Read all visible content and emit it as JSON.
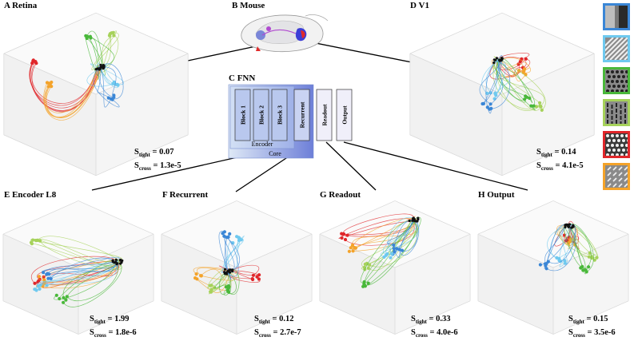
{
  "figure": {
    "panels": [
      {
        "id": "retina",
        "title": "A  Retina",
        "tight": "0.07",
        "cross": "1.3e-5"
      },
      {
        "id": "mouse",
        "title": "B  Mouse"
      },
      {
        "id": "v1",
        "title": "D  V1",
        "tight": "0.14",
        "cross": "4.1e-5"
      },
      {
        "id": "encoder",
        "title": "E  Encoder L8",
        "tight": "1.99",
        "cross": "1.8e-6"
      },
      {
        "id": "recurrent",
        "title": "F  Recurrent",
        "tight": "0.12",
        "cross": "2.7e-7"
      },
      {
        "id": "readout",
        "title": "G  Readout",
        "tight": "0.33",
        "cross": "4.0e-6"
      },
      {
        "id": "output",
        "title": "H  Output",
        "tight": "0.15",
        "cross": "3.5e-6"
      }
    ],
    "metric_labels": {
      "tight_main": "S",
      "tight_sub": "tight",
      "cross_main": "S",
      "cross_sub": "cross",
      "equals": " = "
    },
    "fnn": {
      "title": "C  FNN",
      "blocks": [
        "Block 1",
        "Block 2",
        "Block 3",
        "Recurrent",
        "Readout",
        "Output"
      ],
      "encoder_label": "Encoder",
      "core_label": "Core"
    },
    "stimuli": [
      {
        "name": "stimulus-drifting-bar",
        "color": "#3a86d6"
      },
      {
        "name": "stimulus-grating",
        "color": "#6fc9ef"
      },
      {
        "name": "stimulus-dots-dark",
        "color": "#49b83a"
      },
      {
        "name": "stimulus-dashes",
        "color": "#a6d25a"
      },
      {
        "name": "stimulus-dots-light",
        "color": "#e0262a"
      },
      {
        "name": "stimulus-dashes-light",
        "color": "#f4a32a"
      }
    ],
    "trajectory_colors": [
      "#e0262a",
      "#f4a32a",
      "#a6d25a",
      "#49b83a",
      "#6fc9ef",
      "#3a86d6"
    ]
  }
}
